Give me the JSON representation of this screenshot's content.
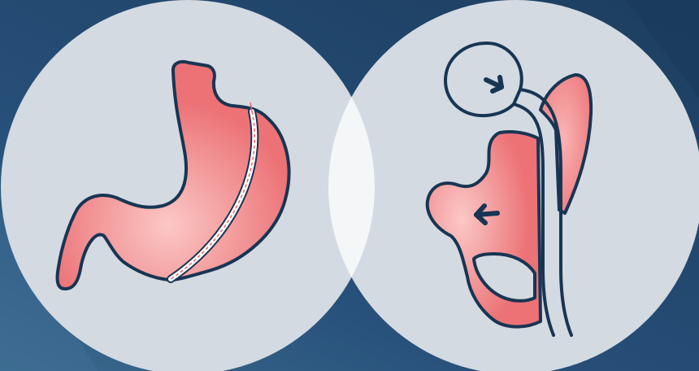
{
  "illustration": {
    "panels": [
      {
        "id": "sleeve-gastrectomy",
        "content": "stomach-with-staple-line"
      },
      {
        "id": "gastric-bypass",
        "content": "small-pouch-bypass-limb-remnant-stomach",
        "arrows": [
          "arrow-right-icon",
          "arrow-left-icon"
        ]
      }
    ]
  },
  "colors": {
    "background_dark": "#1d3f61",
    "background_light": "#3b6a8e",
    "circle_fill": "#d3dae1",
    "overlap_fill": "#f4f6f8",
    "organ_fill": "#ec7276",
    "organ_highlight": "#fbc8c6",
    "outline": "#183553",
    "staple_line": "#ffffff",
    "staple_stitch": "#e0666a"
  }
}
